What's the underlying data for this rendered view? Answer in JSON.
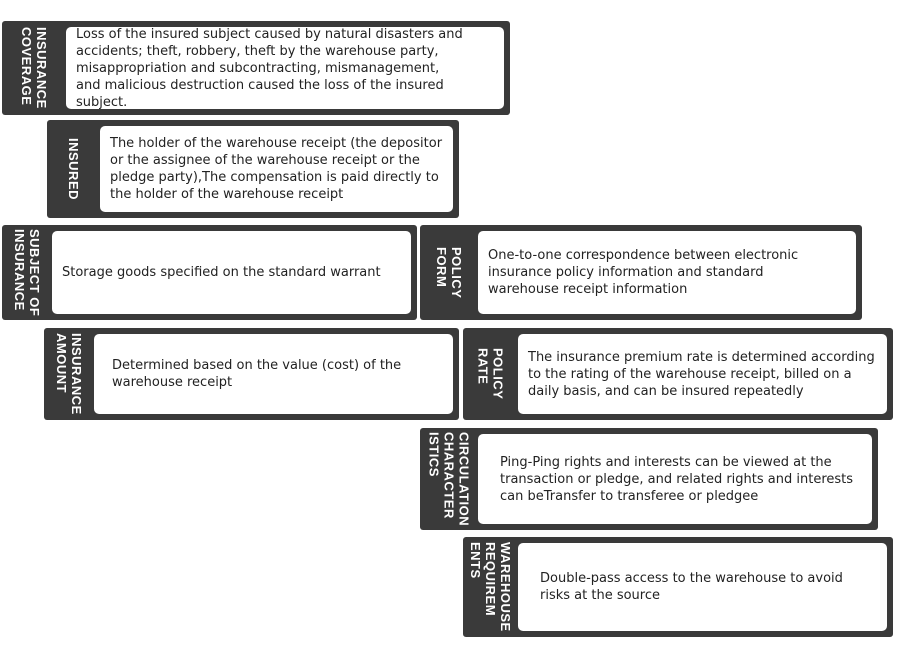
{
  "items": [
    {
      "label": "INSURANCE\nCOVERAGE",
      "text": "Loss of the insured subject caused by natural disasters and\naccidents; theft, robbery, theft by the warehouse party,\nmisappropriation and subcontracting, mismanagement,\n and malicious destruction caused the loss of the insured subject."
    },
    {
      "label": "INSURED",
      "text": "The holder of the warehouse receipt (the depositor\nor the assignee of the warehouse receipt or the\npledge party),The compensation is paid directly to\nthe holder of the warehouse receipt"
    },
    {
      "label": "SUBJECT OF\nINSURANCE",
      "text": "Storage goods specified on the standard warrant"
    },
    {
      "label": "POLICY\nFORM",
      "text": "One-to-one correspondence between electronic\n insurance policy information and standard\nwarehouse receipt information"
    },
    {
      "label": "INSURANCE\nAMOUNT",
      "text": "Determined based on the value (cost) of the\n warehouse receipt"
    },
    {
      "label": "POLICY\nRATE",
      "text": "The insurance premium rate is determined according\nto the rating of the warehouse receipt, billed on a\ndaily basis, and can be insured repeatedly"
    },
    {
      "label": "CIRCULATION\nCHARACTER\nISTICS",
      "text": "Ping-Ping rights and interests can be viewed at the\ntransaction or pledge, and related rights and interests\ncan beTransfer to transferee or pledgee"
    },
    {
      "label": "WAREHOUSE\nREQUIREM\nENTS",
      "text": "Double-pass access to the warehouse to avoid\nrisks at the source"
    }
  ]
}
